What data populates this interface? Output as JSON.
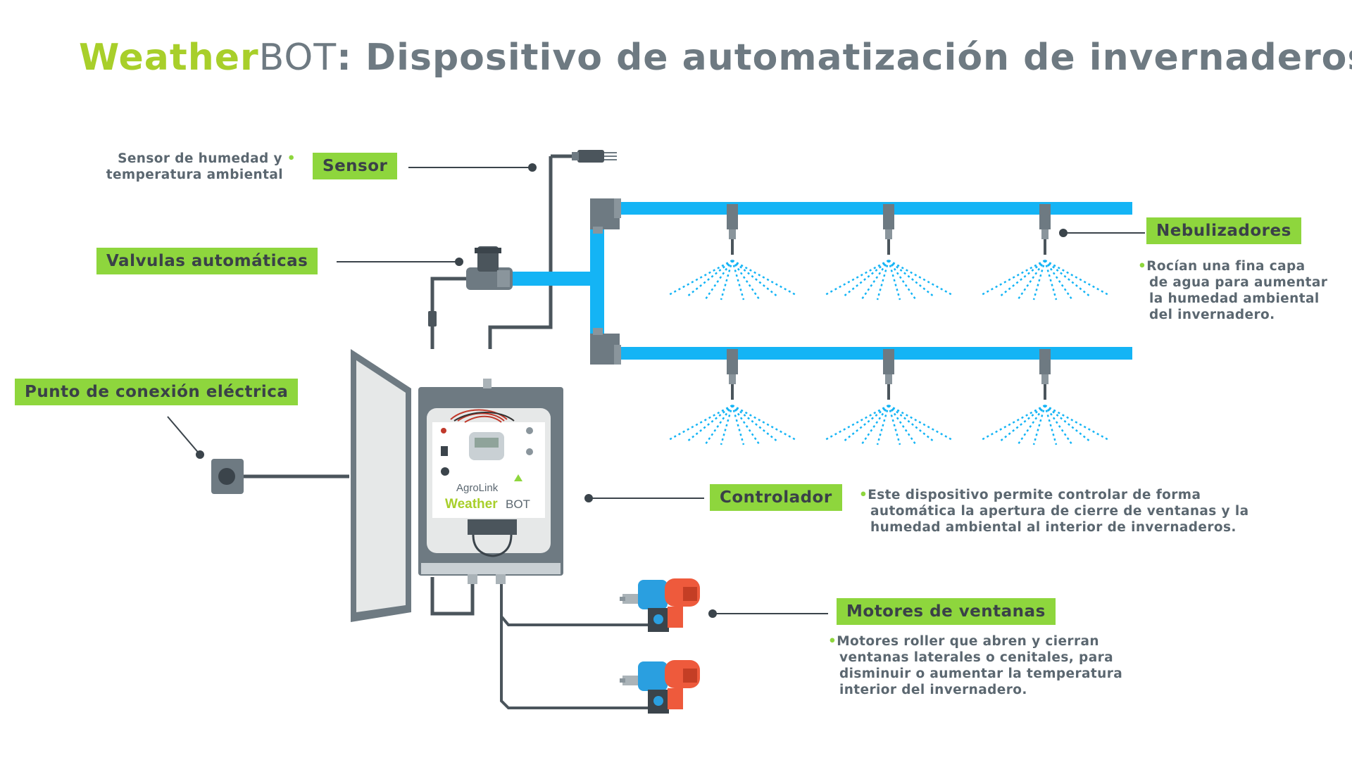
{
  "title": {
    "brand_part1": "Weather",
    "brand_part2": "BOT",
    "colon": ":",
    "rest": " Dispositivo de automatización de invernaderos"
  },
  "labels": {
    "sensor": "Sensor",
    "valves": "Valvulas automáticas",
    "power": "Punto de conexión eléctrica",
    "nebulizers": "Nebulizadores",
    "controller": "Controlador",
    "motors": "Motores de ventanas"
  },
  "descriptions": {
    "sensor": [
      "Sensor de humedad y",
      "temperatura ambiental"
    ],
    "nebulizers": [
      "Rocían una fina capa",
      "de agua para aumentar",
      "la humedad ambiental",
      "del invernadero."
    ],
    "controller": [
      "Este dispositivo permite controlar de forma",
      "automática la apertura de cierre de ventanas y la",
      "humedad ambiental al interior de invernaderos."
    ],
    "motors": [
      "Motores roller que abren y cierran",
      "ventanas laterales o cenitales, para",
      "disminuir o aumentar la temperatura",
      "interior del invernadero."
    ]
  },
  "device": {
    "logo_agro": "AgroLink",
    "logo_weather": "Weather",
    "logo_bot": "BOT"
  },
  "colors": {
    "accent_green": "#8ed63d",
    "brand_lime": "#a8cf2a",
    "text_gray": "#5b6770",
    "pipe_blue": "#14b4f5",
    "motor_blue": "#2a9fe0",
    "motor_red": "#ee5a3c"
  }
}
